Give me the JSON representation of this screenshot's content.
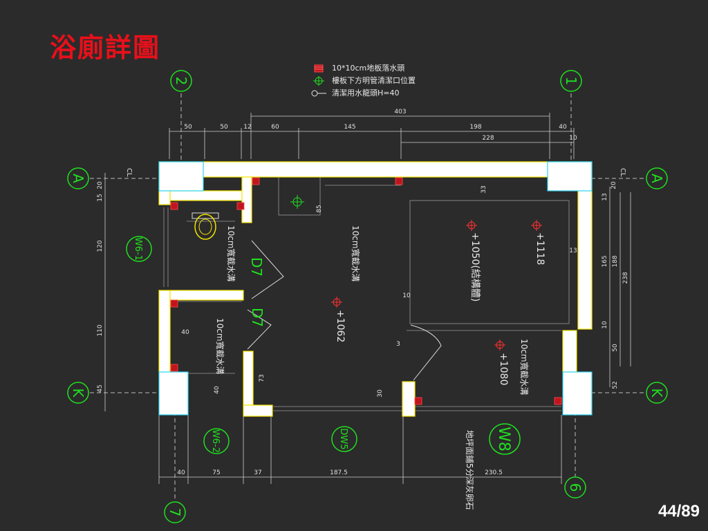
{
  "title": "浴廁詳圖",
  "page_number": "44/89",
  "legend": {
    "floor_drain": "10*10cm地板落水頭",
    "cleanout": "樓板下方明管清潔口位置",
    "faucet": "清潔用水龍頭H=40"
  },
  "grid_labels": {
    "col_2": "2",
    "col_1": "1",
    "col_7": "7",
    "col_6": "6",
    "row_a_left": "A",
    "row_a_right": "A",
    "row_k_left": "K",
    "row_k_right": "K"
  },
  "dimensions": {
    "top_total": "403",
    "top_segments": [
      "50",
      "50",
      "12",
      "60",
      "145",
      "198",
      "40"
    ],
    "top_sub": "228",
    "top_sub_end": "10",
    "bottom_segments": [
      "40",
      "75",
      "37",
      "187.5",
      "230.5"
    ],
    "left_segments": [
      "20",
      "15",
      "120",
      "110",
      "45"
    ],
    "right_segments": [
      "20",
      "13",
      "165",
      "188",
      "238",
      "10",
      "50",
      "52"
    ],
    "inner_85": "85",
    "inner_33": "33",
    "inner_13": "13",
    "inner_10a": "10",
    "inner_40": "40",
    "inner_73": "73",
    "inner_40b": "40",
    "inner_30": "30",
    "inner_3": "3",
    "cl_left": "CL",
    "cl_right": "CL"
  },
  "labels": {
    "w6_1": "W6-1",
    "w6_2": "W6-2",
    "dw5": "DW5",
    "w8": "W8",
    "d7_upper": "D7",
    "d7_lower": "D7",
    "trench_1": "10cm寬截水溝",
    "trench_2": "10cm寬截水溝",
    "trench_3": "10cm寬截水溝",
    "trench_4": "10cm寬截水溝",
    "level_1062": "+1062",
    "level_1050": "+1050(結構體)",
    "level_1118": "+1118",
    "level_1080": "+1080",
    "floor_note": "地坪面鋪5分深灰卵石"
  },
  "colors": {
    "background": "#2b2b2b",
    "title": "#e8101a",
    "wall_fill": "#ffffff",
    "wall_outline": "#f5e400",
    "column_outline": "#29d4f0",
    "grid_bubble": "#20e020",
    "drain": "#c0151c",
    "line": "#cfcfcf"
  }
}
